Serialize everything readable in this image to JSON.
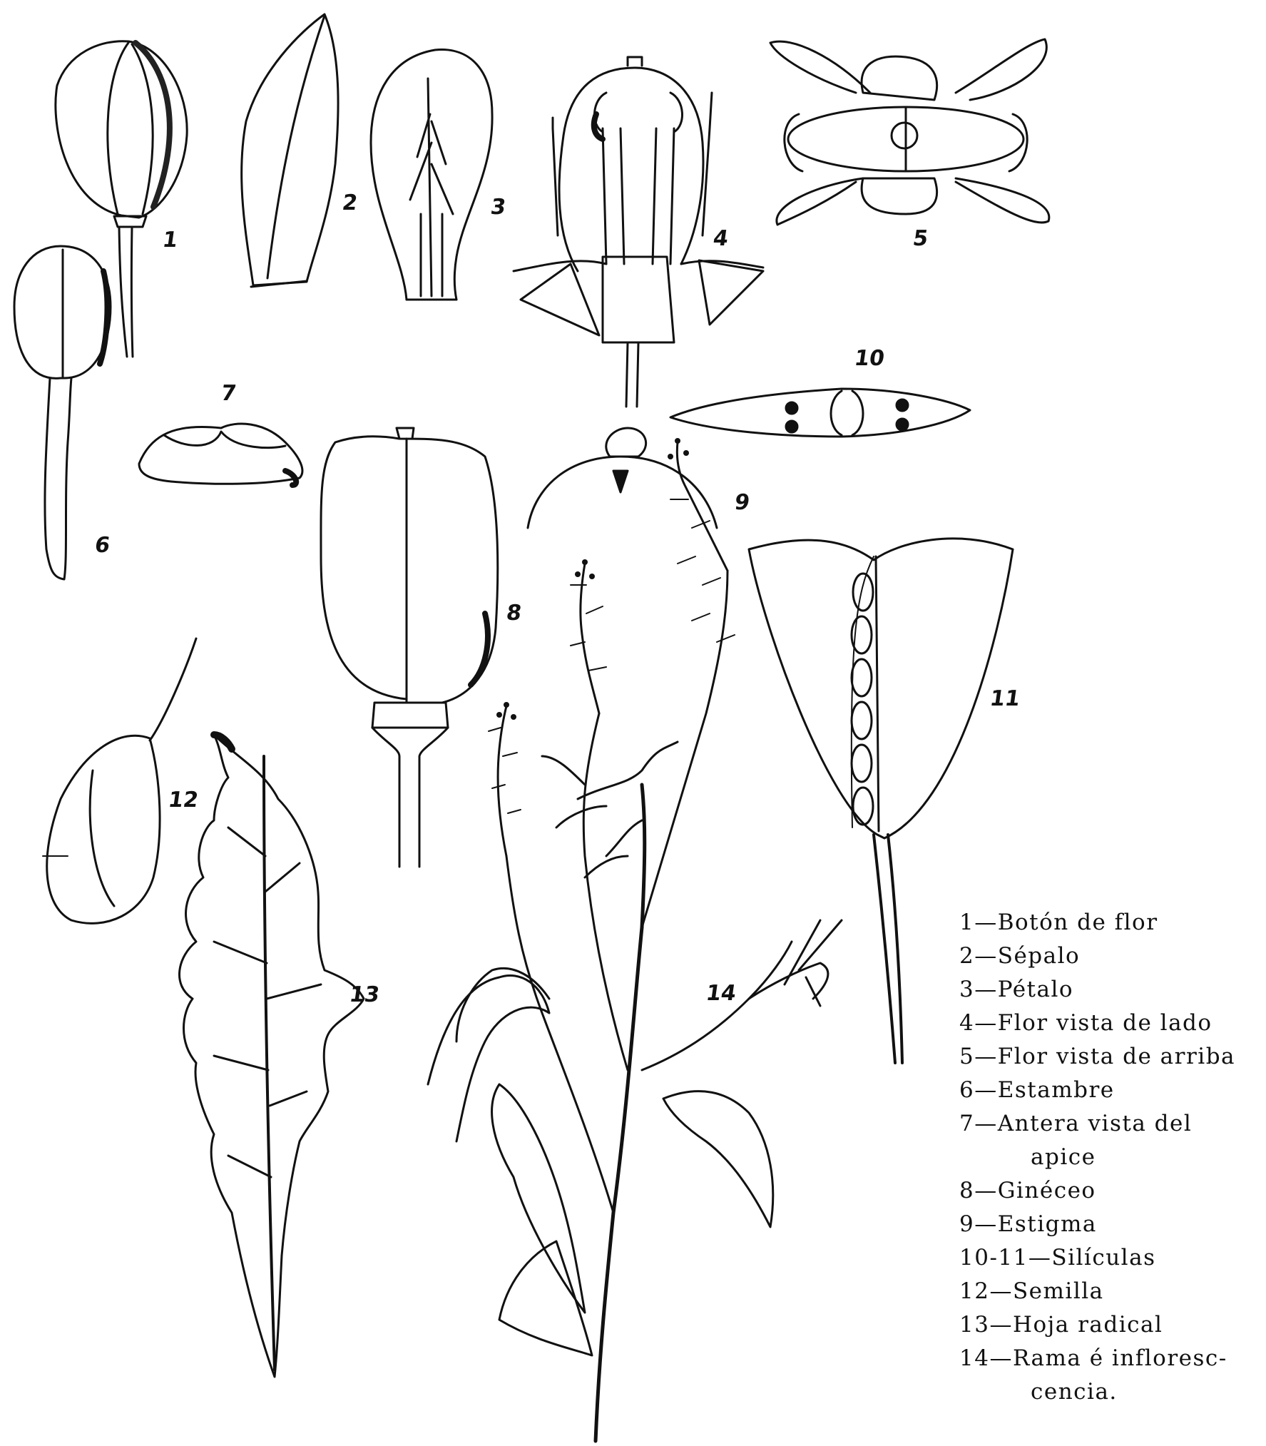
{
  "colors": {
    "ink": "#111111",
    "paper": "#ffffff"
  },
  "figure_numbers": {
    "f1": "1",
    "f2": "2",
    "f3": "3",
    "f4": "4",
    "f5": "5",
    "f6": "6",
    "f7": "7",
    "f8": "8",
    "f9": "9",
    "f10": "10",
    "f11": "11",
    "f12": "12",
    "f13": "13",
    "f14": "14"
  },
  "legend": {
    "l1": "1—Botón de flor",
    "l2": "2—Sépalo",
    "l3": "3—Pétalo",
    "l4": "4—Flor vista de lado",
    "l5": "5—Flor vista de arriba",
    "l6": "6—Estambre",
    "l7": "7—Antera vista del",
    "l7b": "apice",
    "l8": "8—Ginéceo",
    "l9": "9—Estigma",
    "l10": "10-11—Silículas",
    "l12": "12—Semilla",
    "l13": "13—Hoja radical",
    "l14": "14—Rama é infloresc-",
    "l14b": "cencia."
  }
}
